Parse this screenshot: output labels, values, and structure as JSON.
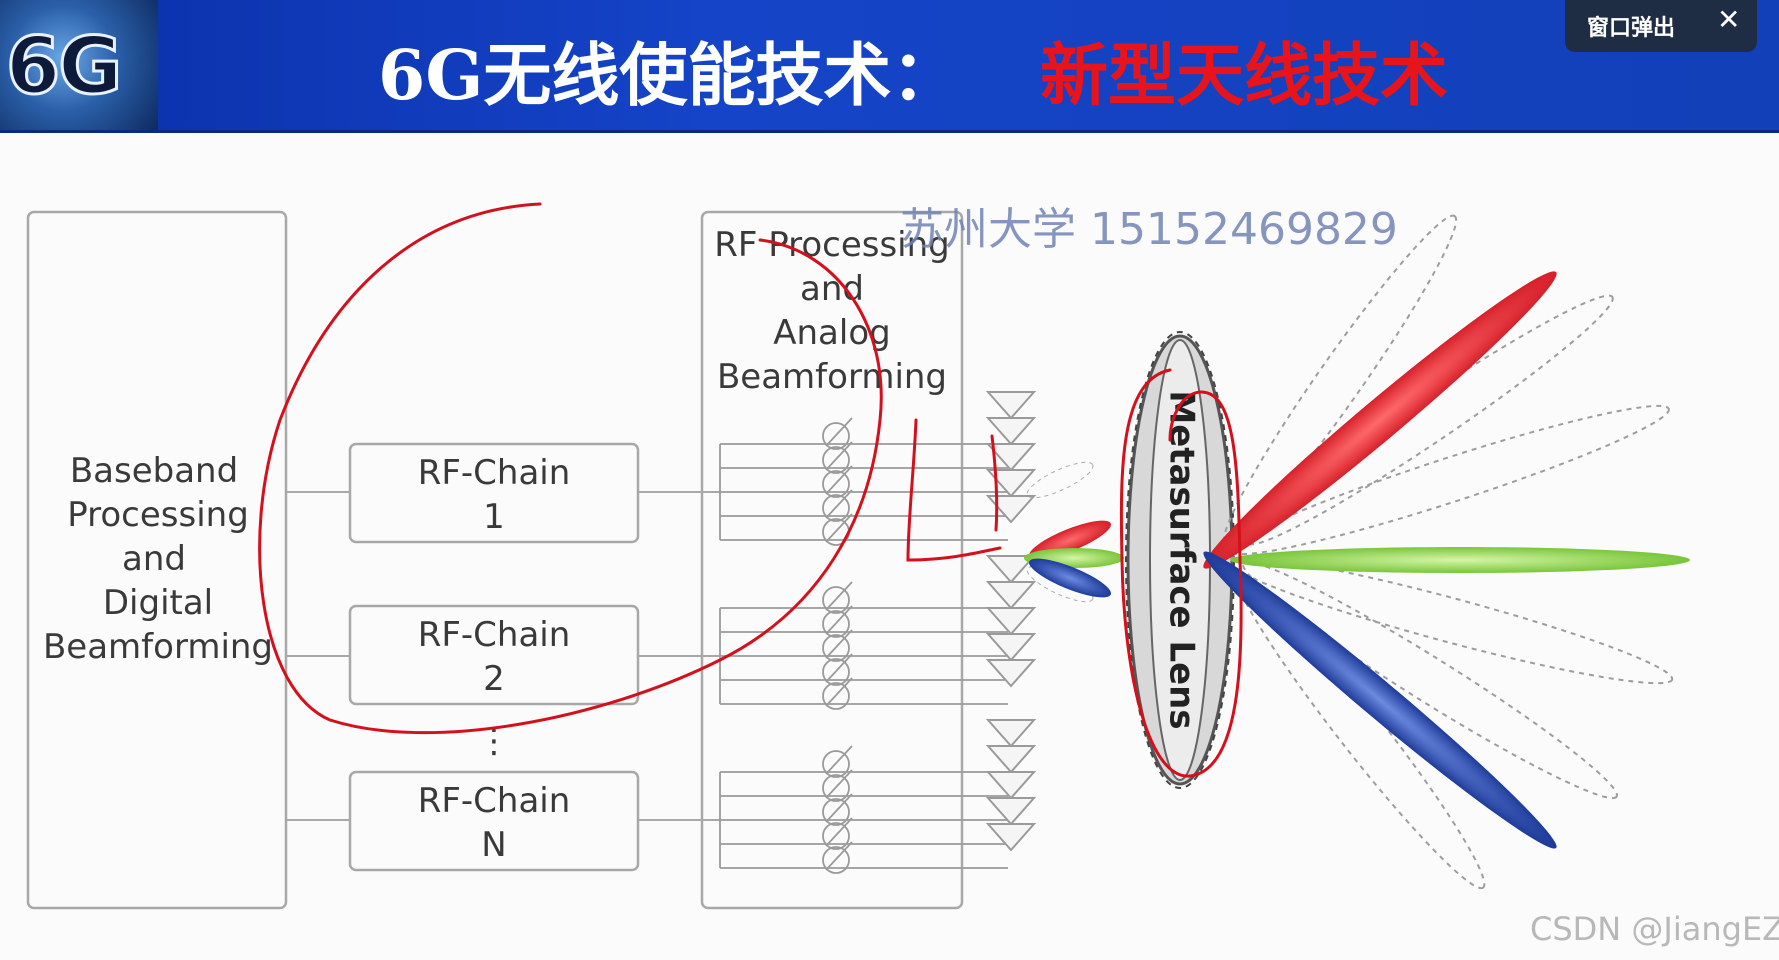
{
  "header": {
    "logo_text": "6G",
    "title_main": "6G无线使能技术：",
    "title_highlight": "新型天线技术"
  },
  "popout": {
    "label": "窗口弹出",
    "close_icon": "close-icon"
  },
  "diagram": {
    "baseband_lines": [
      "Baseband",
      "Processing",
      "and",
      "Digital",
      "Beamforming"
    ],
    "rf_chains": [
      {
        "name": "RF-Chain",
        "index": "1"
      },
      {
        "name": "RF-Chain",
        "index": "2"
      },
      {
        "name": "RF-Chain",
        "index": "N"
      }
    ],
    "ellipsis": "⋮",
    "rf_processing_lines": [
      "RF Processing",
      "and",
      "Analog",
      "Beamforming"
    ],
    "lens_label": "Metasurface Lens",
    "beam_colors": {
      "red": "#e8323a",
      "green": "#8fd64a",
      "blue": "#2a4fb0",
      "annotation": "#d4101c"
    },
    "watermark": "苏州大学 15152469829"
  },
  "footer": {
    "csdn": "CSDN @JiangEZ"
  }
}
